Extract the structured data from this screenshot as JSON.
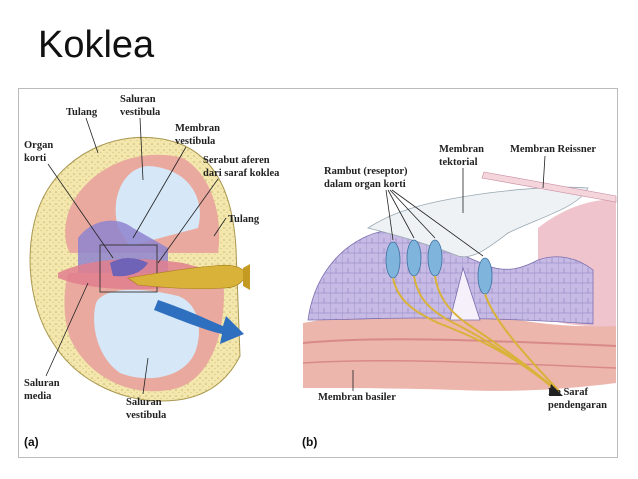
{
  "title": "Koklea",
  "panel_a": {
    "tag": "(a)",
    "labels": {
      "tulang_top": "Tulang",
      "saluran_vestibula_top_1": "Saluran",
      "saluran_vestibula_top_2": "vestibula",
      "membran_vestibula_1": "Membran",
      "membran_vestibula_2": "vestibula",
      "organ_korti_1": "Organ",
      "organ_korti_2": "korti",
      "serabut_1": "Serabut aferen",
      "serabut_2": "dari saraf koklea",
      "tulang_right": "Tulang",
      "saluran_media_1": "Saluran",
      "saluran_media_2": "media",
      "saluran_vestibula_bottom_1": "Saluran",
      "saluran_vestibula_bottom_2": "vestibula"
    }
  },
  "panel_b": {
    "tag": "(b)",
    "labels": {
      "membran_tektorial_1": "Membran",
      "membran_tektorial_2": "tektorial",
      "membran_reissner": "Membran Reissner",
      "rambut_1": "Rambut (reseptor)",
      "rambut_2": "dalam organ korti",
      "membran_basiler": "Membran basiler",
      "ke_saraf_1": "Ke Saraf",
      "ke_saraf_2": "pendengaran"
    }
  },
  "colors": {
    "bone": "#f2e6a4",
    "fluid": "#d6e7f7",
    "tissue": "#e8a9a0",
    "nerve": "#d9b23a",
    "arrow": "#2f6fc0",
    "cells": "#c9bde6"
  }
}
